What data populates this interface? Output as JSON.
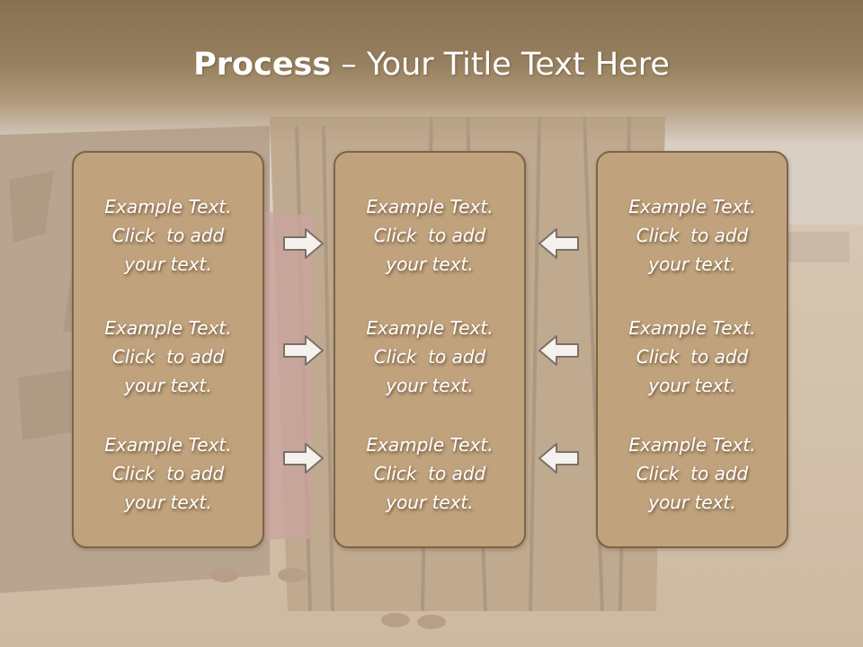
{
  "title": {
    "bold": "Process",
    "rest": " – Your Title Text Here"
  },
  "panels": [
    {
      "blocks": [
        {
          "line1": "Example Text.",
          "line2": "Click  to add",
          "line3": "your text."
        },
        {
          "line1": "Example Text.",
          "line2": "Click  to add",
          "line3": "your text."
        },
        {
          "line1": "Example Text.",
          "line2": "Click  to add",
          "line3": "your text."
        }
      ]
    },
    {
      "blocks": [
        {
          "line1": "Example Text.",
          "line2": "Click  to add",
          "line3": "your text."
        },
        {
          "line1": "Example Text.",
          "line2": "Click  to add",
          "line3": "your text."
        },
        {
          "line1": "Example Text.",
          "line2": "Click  to add",
          "line3": "your text."
        }
      ]
    },
    {
      "blocks": [
        {
          "line1": "Example Text.",
          "line2": "Click  to add",
          "line3": "your text."
        },
        {
          "line1": "Example Text.",
          "line2": "Click  to add",
          "line3": "your text."
        },
        {
          "line1": "Example Text.",
          "line2": "Click  to add",
          "line3": "your text."
        }
      ]
    }
  ],
  "colors": {
    "panel_fill": "#c0a27d",
    "panel_border": "#7b6448",
    "title_band": "#8c7553",
    "arrow_fill": "#f5f1ec",
    "arrow_stroke": "#7a7068"
  },
  "icons": {
    "right_arrows": "arrow-right-icon",
    "left_arrows": "arrow-left-icon",
    "background": "village-photo"
  }
}
